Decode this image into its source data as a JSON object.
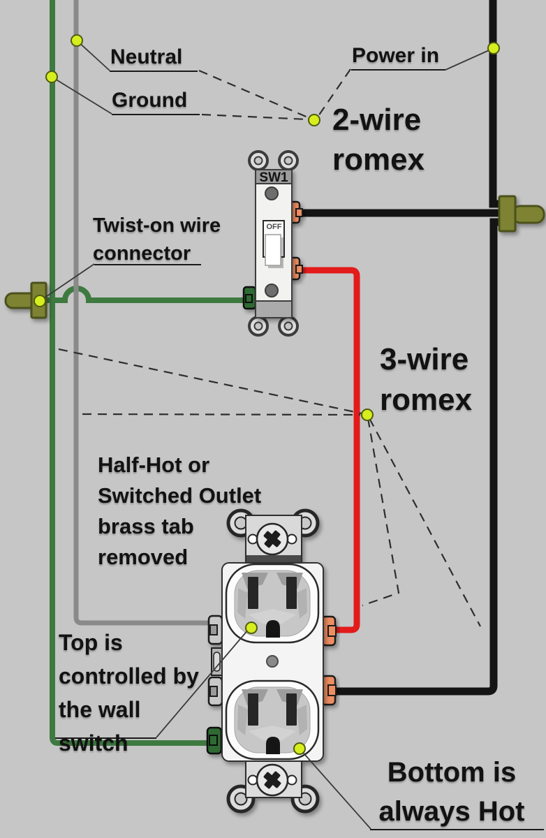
{
  "title": "Half-hot switched outlet wiring diagram",
  "colors": {
    "background": "#c6c6c6",
    "hot_wire_black": "#141414",
    "neutral_wire_gray": "#8a8a8a",
    "ground_wire_green": "#3e7a40",
    "switched_wire_red": "#e31b1b",
    "connector_olive": "#7d8330",
    "connector_olive_border": "#4c511c",
    "terminal_brass_orange": "#ee8d62",
    "terminal_ground_green": "#2e6b33",
    "terminal_neutral_silver": "#c9c9c9",
    "callout_dot_yellow": "#d7ee1e"
  },
  "labels": {
    "neutral": "Neutral",
    "ground": "Ground",
    "power_in": "Power in",
    "two_wire_romex": "2-wire\nromex",
    "twist_on_connector": "Twist-on wire\nconnector",
    "three_wire_romex": "3-wire\nromex",
    "half_hot_outlet": "Half-Hot or\nSwitched Outlet\nbrass tab\nremoved",
    "top_controlled": "Top is\ncontrolled by\nthe wall\nswitch",
    "bottom_hot": "Bottom is\nalways Hot"
  },
  "switch": {
    "name": "SW1",
    "toggle_state": "OFF"
  }
}
